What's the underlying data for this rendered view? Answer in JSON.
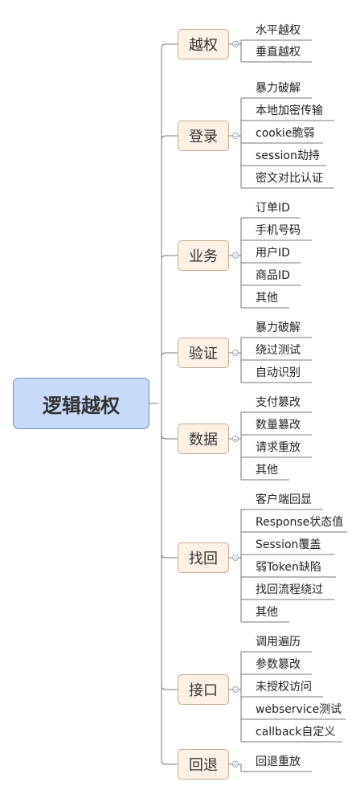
{
  "root": {
    "label": "逻辑越权"
  },
  "branches": [
    {
      "label": "越权",
      "leaves": [
        "水平越权",
        "垂直越权"
      ]
    },
    {
      "label": "登录",
      "leaves": [
        "暴力破解",
        "本地加密传输",
        "cookie脆弱",
        "session劫持",
        "密文对比认证"
      ]
    },
    {
      "label": "业务",
      "leaves": [
        "订单ID",
        "手机号码",
        "用户ID",
        "商品ID",
        "其他"
      ]
    },
    {
      "label": "验证",
      "leaves": [
        "暴力破解",
        "绕过测试",
        "自动识别"
      ]
    },
    {
      "label": "数据",
      "leaves": [
        "支付篡改",
        "数量篡改",
        "请求重放",
        "其他"
      ]
    },
    {
      "label": "找回",
      "leaves": [
        "客户端回显",
        "Response状态值",
        "Session覆盖",
        "弱Token缺陷",
        "找回流程绕过",
        "其他"
      ]
    },
    {
      "label": "接口",
      "leaves": [
        "调用遍历",
        "参数篡改",
        "未授权访问",
        "webservice测试",
        "callback自定义"
      ]
    },
    {
      "label": "回退",
      "leaves": [
        "回退重放"
      ]
    }
  ],
  "colors": {
    "root_fill": "#c7daf8",
    "branch_fill": "#fdf0e5",
    "line": "#777777"
  }
}
